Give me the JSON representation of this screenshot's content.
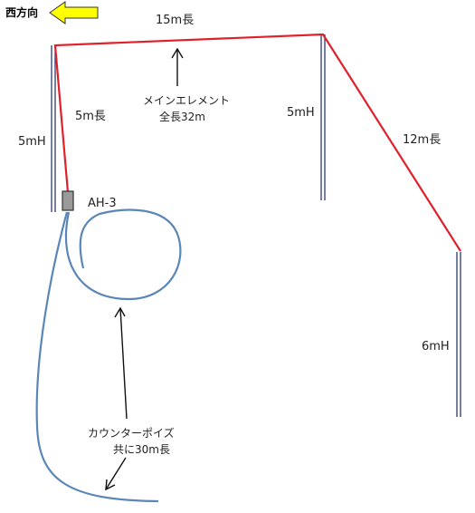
{
  "direction": {
    "label": "西方向",
    "arrow_color": "#FFFF00"
  },
  "main_element": {
    "length_label": "15m長",
    "name": "メインエレメント",
    "total_label": "全長32m",
    "color": "#E0202A"
  },
  "segments": {
    "left_drop": "5m長",
    "right_slope": "12m長"
  },
  "masts": {
    "left": "5mH",
    "middle": "5mH",
    "right": "6mH",
    "color": "#2B3A6B"
  },
  "tuner": {
    "label": "AH-3"
  },
  "counterpoise": {
    "name": "カウンターポイズ",
    "length_label": "共に30m長",
    "color": "#5B86B8"
  }
}
